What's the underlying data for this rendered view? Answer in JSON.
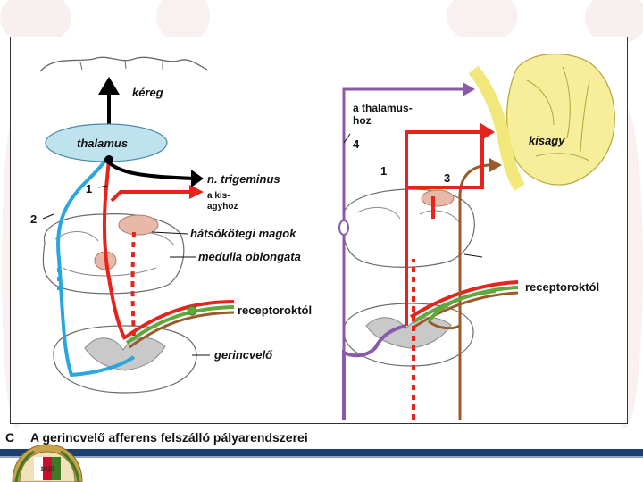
{
  "caption": {
    "letter": "C",
    "title": "A gerincvelő afferens felszálló pályarendszerei"
  },
  "labels": {
    "kereg": "kéreg",
    "thalamus": "thalamus",
    "n_trigeminus": "n. trigeminus",
    "a_kisagyhoz_1": "a kis-",
    "a_kisagyhoz_2": "agyhoz",
    "hatsokotegi_magok": "hátsókötegi magok",
    "medulla_oblongata": "medulla oblongata",
    "receptoroktol_left": "receptoroktól",
    "gerincvelo": "gerincvelő",
    "a_thalamushoz_1": "a thalamus-",
    "a_thalamushoz_2": "hoz",
    "kisagy": "kisagy",
    "receptoroktol_right": "receptoroktól"
  },
  "numbers": {
    "n1_left": "1",
    "n2_left": "2",
    "n1_right": "1",
    "n3_right": "3",
    "n4_right": "4"
  },
  "emblem_year": "1925",
  "colors": {
    "red_path": "#e8231c",
    "blue_path": "#2aa6df",
    "purple_path": "#8a5aa8",
    "brown_path": "#9a5a2a",
    "green_path": "#5fa83a",
    "thalamus_fill": "#bfe3ee",
    "cerebellum_fill": "#f6ee9a",
    "nucleus_fill": "#e8b9a8",
    "footer_bar": "#1d3f6e"
  }
}
